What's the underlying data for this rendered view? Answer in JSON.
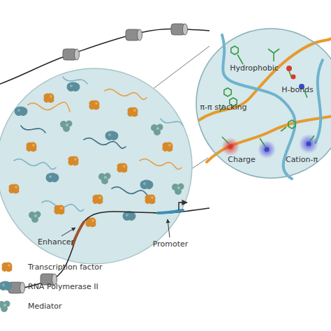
{
  "diagram": {
    "nodes": [
      {
        "text": [
          "Hydrophobic",
          "H-bonds",
          "π-π stacking",
          "Charge",
          "Cation-π"
        ]
      }
    ],
    "labels": [
      "Enhancer",
      "Promoter"
    ],
    "legend": [
      {
        "text": "Transcription factor"
      },
      {
        "text": "RNA Polymerase II"
      },
      {
        "text": "Mediator"
      }
    ]
  }
}
